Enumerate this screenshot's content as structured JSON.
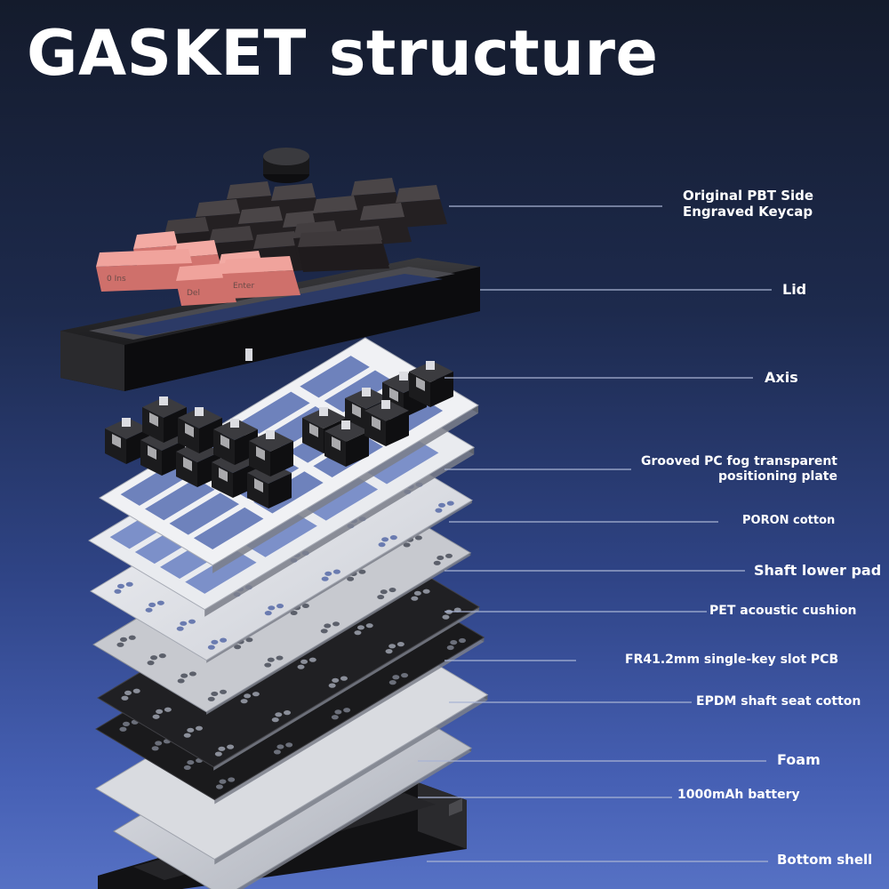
{
  "title": "GASKET structure",
  "colors": {
    "leader_line": "#a9b4d4",
    "keycap_pink": "#e58f8a",
    "keycap_dark": "#3a3537",
    "lid": "#1e1e20",
    "plate": "#e4e6eb",
    "pcb": "#151517"
  },
  "layers": [
    {
      "id": "keycap",
      "label_lines": [
        "Original PBT Side",
        "Engraved Keycap"
      ]
    },
    {
      "id": "lid",
      "label_lines": [
        "Lid"
      ]
    },
    {
      "id": "axis",
      "label_lines": [
        "Axis"
      ]
    },
    {
      "id": "plate",
      "label_lines": [
        "Grooved PC fog transparent",
        "positioning plate"
      ]
    },
    {
      "id": "poron",
      "label_lines": [
        "PORON cotton"
      ]
    },
    {
      "id": "lower-pad",
      "label_lines": [
        "Shaft lower pad"
      ]
    },
    {
      "id": "pet",
      "label_lines": [
        "PET acoustic cushion"
      ]
    },
    {
      "id": "pcb",
      "label_lines": [
        "FR41.2mm single-key slot PCB"
      ]
    },
    {
      "id": "epdm",
      "label_lines": [
        "EPDM shaft seat cotton"
      ]
    },
    {
      "id": "foam",
      "label_lines": [
        "Foam"
      ]
    },
    {
      "id": "battery",
      "label_lines": [
        "1000mAh battery"
      ]
    },
    {
      "id": "bottom-shell",
      "label_lines": [
        "Bottom shell"
      ]
    }
  ],
  "keycap_legends": [
    "0 Ins",
    "Del",
    "Enter"
  ]
}
